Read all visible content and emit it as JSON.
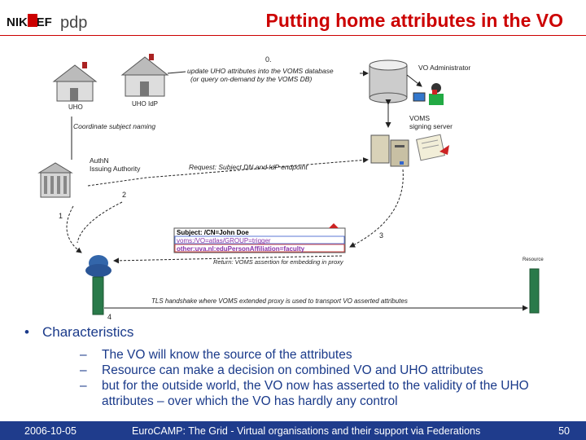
{
  "header": {
    "logo_text_left": "NIKHEF",
    "logo_text_right": "pdp",
    "title": "Putting home attributes in the VO"
  },
  "diagram": {
    "step0_label": "0.",
    "step0_text_1": "update UHO attributes into the VOMS database",
    "step0_text_2": "(or query on-demand by the VOMS DB)",
    "uho_label": "UHO",
    "uho_idp_label": "UHO IdP",
    "vo_admin_label": "VO Administrator",
    "coordinate_naming": "Coordinate subject naming",
    "voms_label_1": "VOMS",
    "voms_label_2": "signing server",
    "authn_1": "AuthN",
    "authn_2": "Issuing Authority",
    "request_text": "Request: Subject DN and IdP endpoint",
    "step1": "1",
    "step2": "2",
    "step3": "3",
    "step4": "4",
    "cert_line1": "Subject: /CN=John Doe",
    "cert_line2": "voms:/VO=atlas/GROUP=trigger",
    "cert_line3": "other:uva.nl:eduPersonAffiliation=faculty",
    "return_text": "Return: VOMS assertion for embedding in proxy",
    "resource_label": "Resource",
    "tls_text": "TLS handshake where VOMS extended proxy is used to transport VO asserted attributes"
  },
  "bullets": {
    "main": "Characteristics",
    "subs": [
      "The VO will know the source of the attributes",
      "Resource can make a decision on combined VO and UHO attributes",
      "but for the outside world, the VO now has asserted to the validity of the UHO attributes – over which the VO has hardly any control"
    ]
  },
  "footer": {
    "date": "2006-10-05",
    "center": "EuroCAMP: The Grid - Virtual organisations and their support via Federations",
    "page": "50"
  }
}
